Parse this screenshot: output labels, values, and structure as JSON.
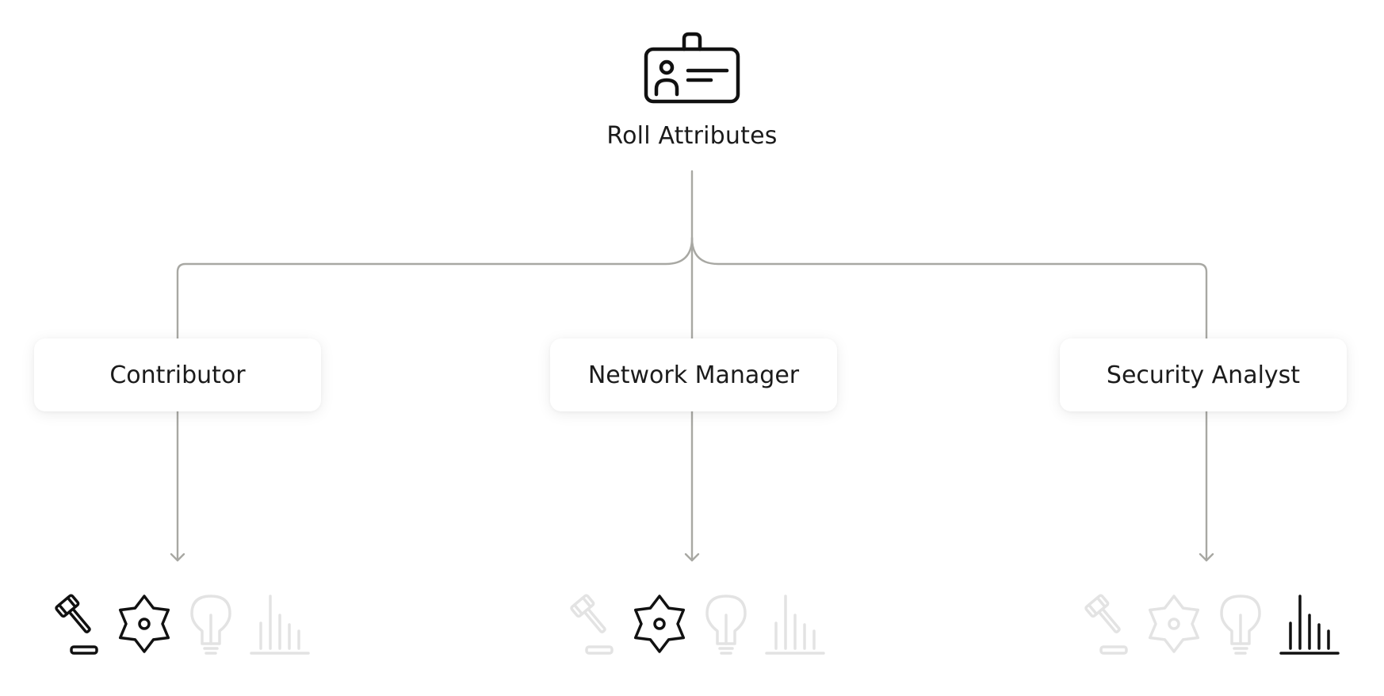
{
  "root": {
    "title": "Roll Attributes",
    "icon": "id-badge-icon"
  },
  "roles": [
    {
      "label": "Contributor",
      "attributes": [
        {
          "icon": "gavel-icon",
          "active": true
        },
        {
          "icon": "gear-icon",
          "active": true
        },
        {
          "icon": "lightbulb-icon",
          "active": false
        },
        {
          "icon": "bar-chart-icon",
          "active": false
        }
      ]
    },
    {
      "label": "Network Manager",
      "attributes": [
        {
          "icon": "gavel-icon",
          "active": false
        },
        {
          "icon": "gear-icon",
          "active": true
        },
        {
          "icon": "lightbulb-icon",
          "active": false
        },
        {
          "icon": "bar-chart-icon",
          "active": false
        }
      ]
    },
    {
      "label": "Security Analyst",
      "attributes": [
        {
          "icon": "gavel-icon",
          "active": false
        },
        {
          "icon": "gear-icon",
          "active": false
        },
        {
          "icon": "lightbulb-icon",
          "active": false
        },
        {
          "icon": "bar-chart-icon",
          "active": true
        }
      ]
    }
  ],
  "colors": {
    "connector": "#a8a8a3",
    "active_icon": "#111111",
    "inactive_icon": "#e3e3e3",
    "text": "#1b1b1b"
  }
}
